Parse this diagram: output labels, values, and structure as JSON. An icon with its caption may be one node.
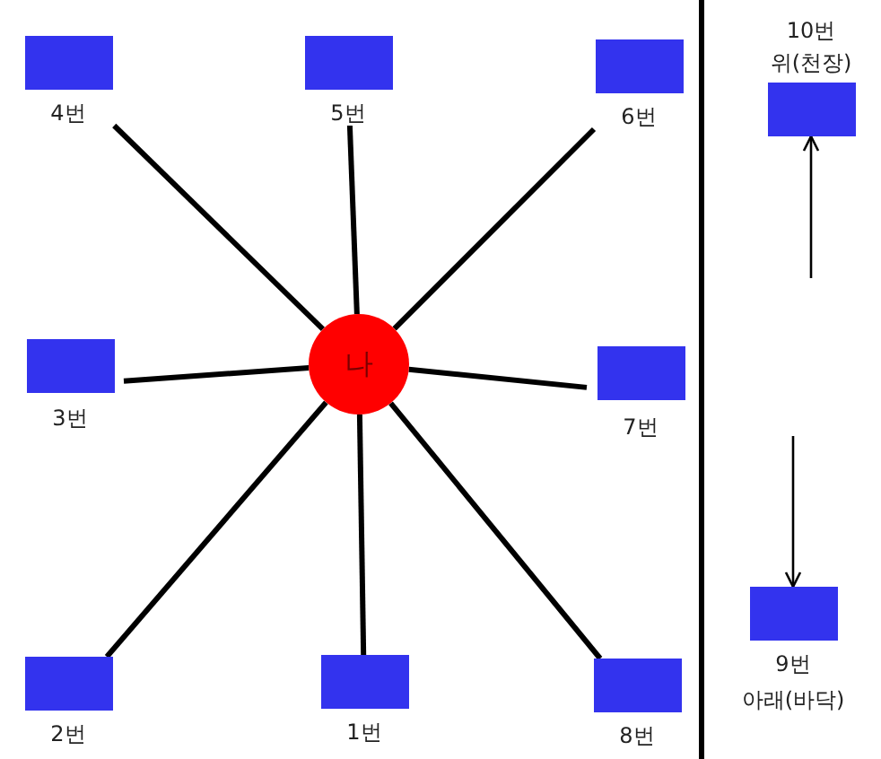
{
  "diagram": {
    "nodes": [
      {
        "text": [
          "4번"
        ]
      },
      {
        "text": [
          "5번"
        ]
      },
      {
        "text": [
          "6번"
        ]
      },
      {
        "text": [
          "10번",
          "위(천장)"
        ]
      },
      {
        "text": [
          "3번"
        ]
      },
      {
        "text": [
          "나"
        ]
      },
      {
        "text": [
          "7번"
        ]
      },
      {
        "text": [
          "2번"
        ]
      },
      {
        "text": [
          "1번"
        ]
      },
      {
        "text": [
          "8번"
        ]
      },
      {
        "text": [
          "9번",
          "아래(바닥)"
        ]
      }
    ],
    "edges": [
      {
        "from": 5,
        "to": 0,
        "arrow": "none"
      },
      {
        "from": 5,
        "to": 1,
        "arrow": "none"
      },
      {
        "from": 5,
        "to": 2,
        "arrow": "none"
      },
      {
        "from": 5,
        "to": 4,
        "arrow": "none"
      },
      {
        "from": 5,
        "to": 6,
        "arrow": "none"
      },
      {
        "from": 5,
        "to": 7,
        "arrow": "none"
      },
      {
        "from": 5,
        "to": 8,
        "arrow": "none"
      },
      {
        "from": 5,
        "to": 9,
        "arrow": "none"
      },
      {
        "from": null,
        "to": 3,
        "arrow": "to"
      },
      {
        "from": null,
        "to": 10,
        "arrow": "to"
      }
    ]
  }
}
